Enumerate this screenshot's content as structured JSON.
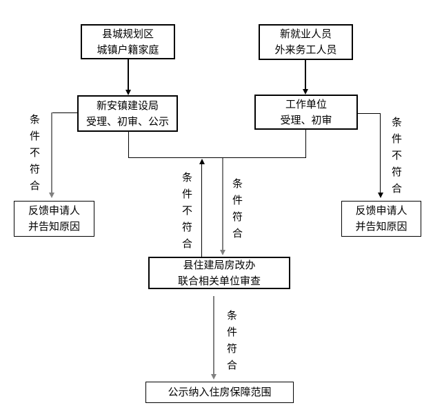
{
  "flowchart": {
    "nodes": {
      "applicant_urban": "县城规划区\n城镇户籍家庭",
      "applicant_new": "新就业人员\n外来务工人员",
      "town_bureau": "新安镇建设局\n受理、初审、公示",
      "work_unit": "工作单位\n受理、初审",
      "feedback_left": "反馈申请人\n并告知原因",
      "feedback_right": "反馈申请人\n并告知原因",
      "joint_review": "县住建局房改办\n联合相关单位审查",
      "final_publicity": "公示纳入住房保障范围"
    },
    "edge_labels": {
      "left_not_met": "条件不符合",
      "right_not_met": "条件不符合",
      "center_not_met": "条件不符合",
      "center_met": "条件符合",
      "bottom_met": "条件符合"
    },
    "colors": {
      "line_black": "#000000",
      "line_gray": "#808080",
      "background": "#ffffff"
    }
  }
}
